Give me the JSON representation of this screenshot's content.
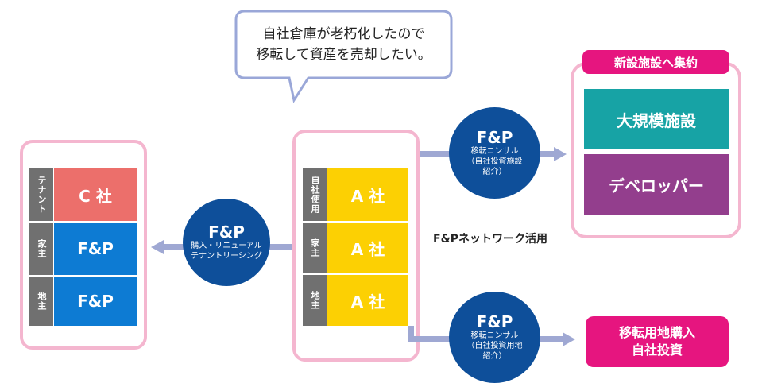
{
  "bubble": {
    "line1": "自社倉庫が老朽化したので",
    "line2": "移転して資産を売却したい。"
  },
  "left_stack": {
    "rows": [
      {
        "label": "テナント",
        "value": "C 社"
      },
      {
        "label": "家主",
        "value": "F&P"
      },
      {
        "label": "地主",
        "value": "F&P"
      }
    ]
  },
  "center_stack": {
    "rows": [
      {
        "label": "自社使用",
        "value": "A 社"
      },
      {
        "label": "家主",
        "value": "A 社"
      },
      {
        "label": "地主",
        "value": "A 社"
      }
    ]
  },
  "circles": {
    "left": {
      "title": "F&P",
      "sub": "購入・リニューアル\nテナントリーシング"
    },
    "top": {
      "title": "F&P",
      "sub": "移転コンサル\n（自社投資施設\n紹介）"
    },
    "bottom": {
      "title": "F&P",
      "sub": "移転コンサル\n（自社投資用地\n紹介）"
    }
  },
  "network_label": "F&Pネットワーク活用",
  "right_box": {
    "header": "新設施設へ集約",
    "items": [
      "大規模施設",
      "デベロッパー"
    ]
  },
  "bottom_right": {
    "line1": "移転用地購入",
    "line2": "自社投資"
  },
  "colors": {
    "frame": "#f4b6cf",
    "tenant_red": "#ec6f6b",
    "blue": "#0d7bd3",
    "yellow": "#fcd003",
    "navy": "#0e4f9a",
    "arrow": "#9fa8d3",
    "teal": "#17a3a5",
    "purple": "#933e8d",
    "magenta": "#e6157f"
  }
}
